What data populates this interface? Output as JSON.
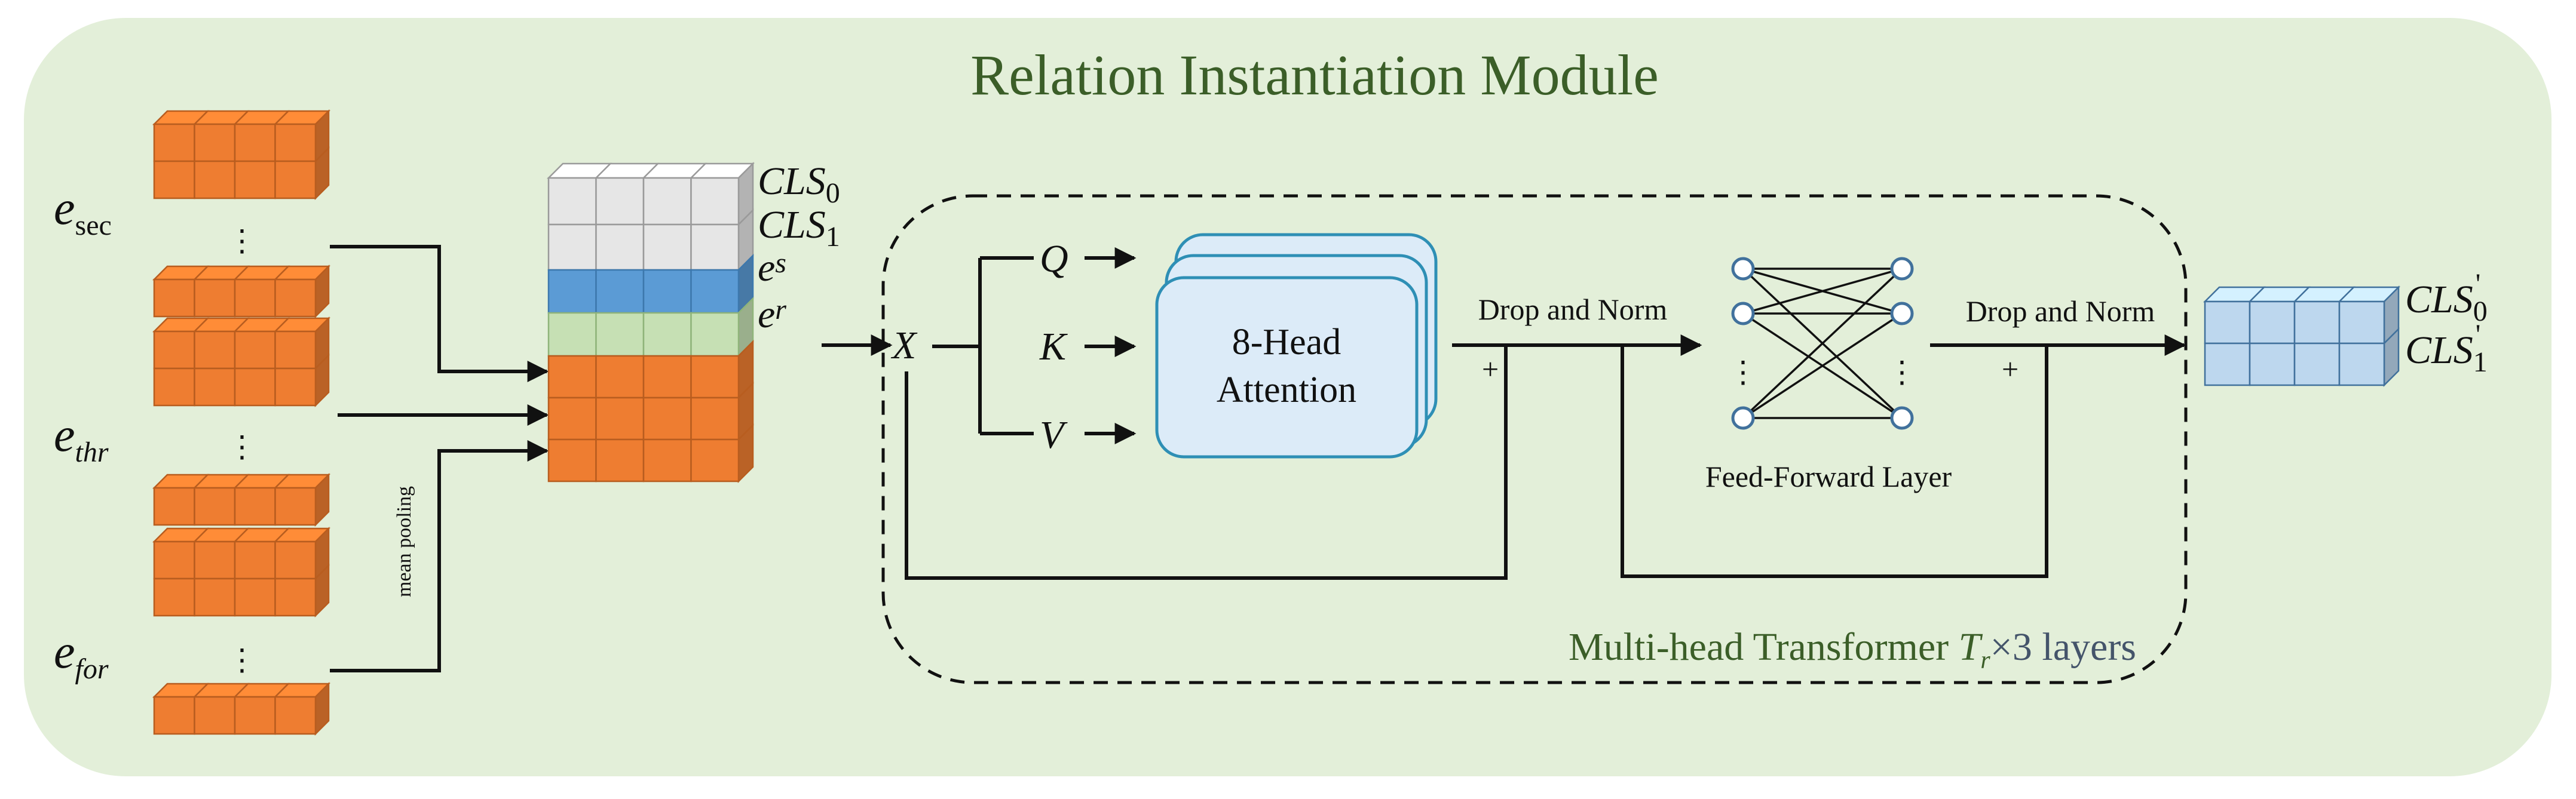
{
  "title": "Relation Instantiation Module",
  "inputs": [
    {
      "base": "e",
      "subscript": "sec"
    },
    {
      "base": "e",
      "subscript": "thr"
    },
    {
      "base": "e",
      "subscript": "for"
    }
  ],
  "ellipsis": "⋮",
  "pooling_label": "mean pooling",
  "stack_labels": [
    {
      "base": "CLS",
      "subscript": "0"
    },
    {
      "base": "CLS",
      "subscript": "1"
    },
    {
      "base": "e",
      "subscript": "s"
    },
    {
      "base": "e",
      "subscript": "r"
    }
  ],
  "transformer": {
    "input": "X",
    "q": "Q",
    "k": "K",
    "v": "V",
    "attention_line1": "8-Head",
    "attention_line2": "Attention",
    "drop_norm_1": "Drop and Norm",
    "drop_norm_2": "Drop and Norm",
    "plus": "+",
    "ffn_label": "Feed-Forward Layer",
    "caption_prefix": "Multi-head Transformer ",
    "caption_symbol": "T",
    "caption_sub": "r",
    "caption_suffix": "×3  layers"
  },
  "outputs": [
    {
      "base": "CLS",
      "subscript": "0",
      "prime": "'"
    },
    {
      "base": "CLS",
      "subscript": "1",
      "prime": "'"
    }
  ],
  "colors": {
    "panel": "#e3efd9",
    "orange": "#ee7d31",
    "gray": "#e6e6e6",
    "blue": "#5b9bd5",
    "green": "#c6e0b4",
    "attention": "#dcebf8",
    "attention_border": "#2e8fb5",
    "output": "#bdd7ee",
    "node_border": "#41719c"
  }
}
